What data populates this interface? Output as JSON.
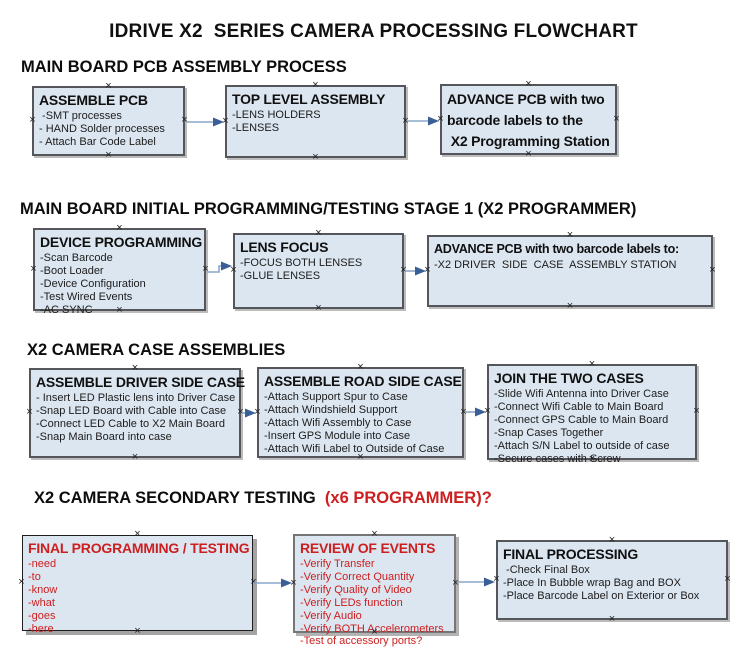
{
  "page_title": "IDRIVE X2  SERIES CAMERA PROCESSING FLOWCHART",
  "colors": {
    "box_fill": "#dce6f1",
    "box_border": "#55565b",
    "red_text": "#cc1f1f",
    "arrow_line": "#8aa5c9",
    "arrow_head": "#3a5f96"
  },
  "sections": [
    {
      "heading": "MAIN BOARD PCB ASSEMBLY PROCESS",
      "boxes": [
        {
          "title": "ASSEMBLE PCB",
          "items": [
            " -SMT processes",
            "- HAND Solder processes",
            "- Attach Bar Code Label"
          ]
        },
        {
          "title": "TOP LEVEL ASSEMBLY",
          "items": [
            "-LENS HOLDERS",
            "-LENSES"
          ]
        },
        {
          "title_lines": [
            "ADVANCE PCB with two",
            "barcode labels to the",
            " X2 Programming Station"
          ]
        }
      ]
    },
    {
      "heading": "MAIN BOARD INITIAL PROGRAMMING/TESTING STAGE 1 (X2 PROGRAMMER)",
      "boxes": [
        {
          "title": "DEVICE PROGRAMMING",
          "items": [
            "-Scan Barcode",
            "-Boot Loader",
            "-Device Configuration",
            "-Test Wired Events",
            "-AC SYNC"
          ]
        },
        {
          "title": "LENS FOCUS",
          "items": [
            "-FOCUS BOTH LENSES",
            "-GLUE LENSES"
          ]
        },
        {
          "title": "ADVANCE PCB with two barcode labels to:",
          "items": [
            "-X2 DRIVER  SIDE  CASE  ASSEMBLY STATION"
          ]
        }
      ]
    },
    {
      "heading": "X2 CAMERA CASE ASSEMBLIES",
      "boxes": [
        {
          "title": "ASSEMBLE DRIVER SIDE CASE",
          "items": [
            "- Insert LED Plastic lens into Driver Case",
            "-Snap LED Board with Cable into Case",
            "-Connect LED Cable to X2 Main Board",
            "-Snap Main Board into case"
          ]
        },
        {
          "title": "ASSEMBLE ROAD SIDE CASE",
          "items": [
            "-Attach Support Spur to Case",
            "-Attach Windshield Support",
            "-Attach Wifi Assembly to Case",
            "-Insert GPS Module into Case",
            "-Attach Wifi Label to Outside of Case"
          ]
        },
        {
          "title": "JOIN THE TWO CASES",
          "items": [
            "-Slide Wifi Antenna into Driver Case",
            "-Connect Wifi Cable to Main Board",
            "-Connect GPS Cable to Main Board",
            "-Snap Cases Together",
            "-Attach S/N Label to outside of case",
            "-Secure cases with Screw"
          ]
        }
      ]
    },
    {
      "heading": "X2 CAMERA SECONDARY TESTING",
      "heading_suffix": "  (x6 PROGRAMMER)?",
      "boxes": [
        {
          "title": "FINAL PROGRAMMING / TESTING",
          "items": [
            "-need",
            "-to",
            "-know",
            "-what",
            "-goes",
            "-here"
          ]
        },
        {
          "title": "REVIEW OF EVENTS",
          "items": [
            "-Verify Transfer",
            "-Verify Correct Quantity",
            "-Verify Quality of Video",
            "-Verify LEDs function",
            "-Verify Audio",
            "-Verify BOTH Accelerometers",
            "-Test of accessory ports?"
          ]
        },
        {
          "title": "FINAL PROCESSING",
          "items": [
            " -Check Final Box",
            "-Place In Bubble wrap Bag and BOX",
            "-Place Barcode Label on Exterior or Box"
          ]
        }
      ]
    }
  ]
}
